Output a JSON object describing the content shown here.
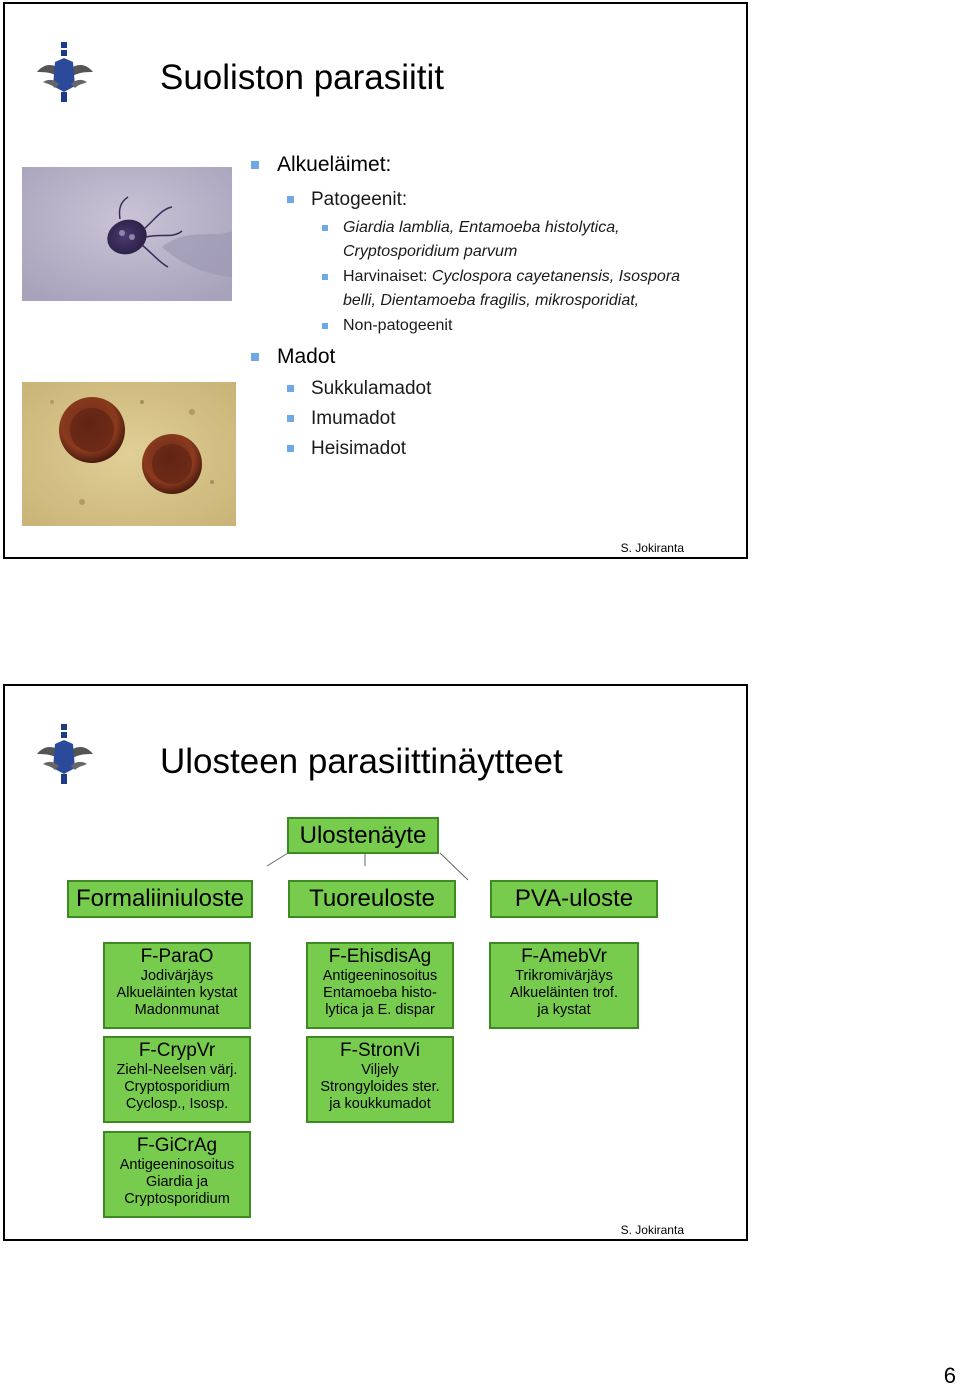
{
  "slide1": {
    "title": "Suoliston parasiitit",
    "author": "S. Jokiranta",
    "bullets": {
      "protozoa": "Alkueläimet:",
      "pathogenic": "Patogeenit:",
      "path_line1": "Giardia lamblia, Entamoeba histolytica,",
      "path_line2": "Cryptosporidium parvum",
      "rare_prefix": "Harvinaiset: ",
      "rare_line1": "Cyclospora cayetanensis, Isospora",
      "rare_line2": "belli, Dientamoeba fragilis, mikrosporidiat,",
      "nonpath": "Non-patogeenit",
      "worms": "Madot",
      "nematodes": "Sukkulamadot",
      "flukes": "Imumadot",
      "tapeworms": "Heisimadot"
    }
  },
  "slide2": {
    "title": "Ulosteen parasiittinäytteet",
    "author": "S. Jokiranta",
    "root": "Ulostenäyte",
    "categories": [
      "Formaliiniuloste",
      "Tuoreuloste",
      "PVA-uloste"
    ],
    "tests": {
      "parao": {
        "name": "F-ParaO",
        "lines": [
          "Jodivärjäys",
          "Alkueläinten kystat",
          "Madonmunat"
        ]
      },
      "crypvr": {
        "name": "F-CrypVr",
        "lines": [
          "Ziehl-Neelsen värj.",
          "Cryptosporidium",
          "Cyclosp., Isosp."
        ]
      },
      "gicrag": {
        "name": "F-GiCrAg",
        "lines": [
          "Antigeeninosoitus",
          "Giardia ja",
          "Cryptosporidium"
        ]
      },
      "ehisdisag": {
        "name": "F-EhisdisAg",
        "lines": [
          "Antigeeninosoitus",
          "Entamoeba histo-",
          "lytica ja  E. dispar"
        ]
      },
      "stronvi": {
        "name": "F-StronVi",
        "lines": [
          "Viljely",
          "Strongyloides ster.",
          "ja koukkumadot"
        ]
      },
      "amebvr": {
        "name": "F-AmebVr",
        "lines": [
          "Trikromivärjäys",
          "Alkueläinten trof.",
          "ja kystat"
        ]
      }
    }
  },
  "page_number": "6",
  "colors": {
    "bullet": "#6fa8e6",
    "box_fill": "#77cc4d",
    "box_border": "#3e8a22"
  }
}
